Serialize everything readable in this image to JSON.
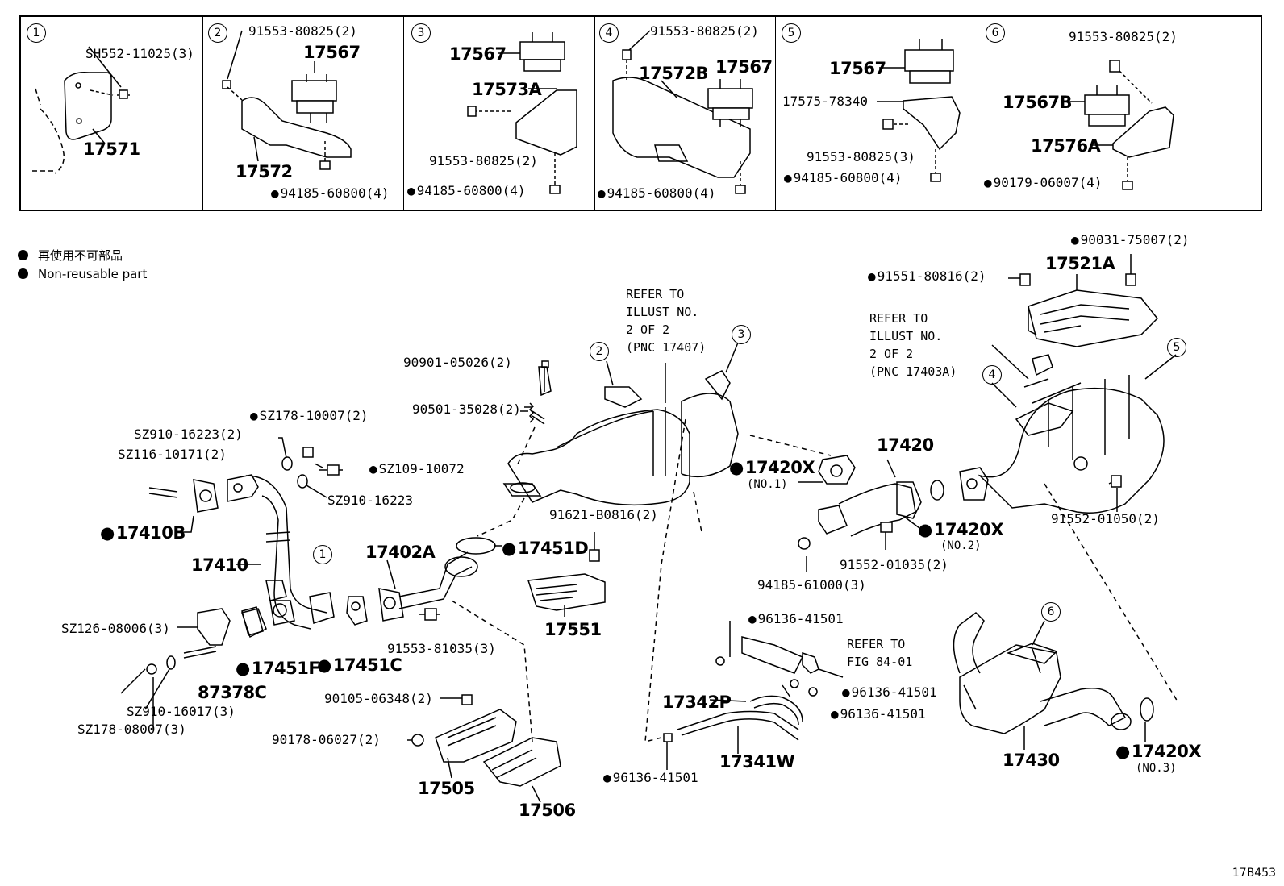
{
  "legend": {
    "jp": "再使用不可部品",
    "en": "Non-reusable part"
  },
  "drawing_code": "17B453",
  "insets": [
    {
      "num": "1",
      "labels": [
        "SH552-11025(3)",
        "17571"
      ]
    },
    {
      "num": "2",
      "labels": [
        "91553-80825(2)",
        "17567",
        "17572",
        "94185-60800(4)"
      ]
    },
    {
      "num": "3",
      "labels": [
        "17567",
        "17573A",
        "91553-80825(2)",
        "94185-60800(4)"
      ]
    },
    {
      "num": "4",
      "labels": [
        "91553-80825(2)",
        "17572B",
        "17567",
        "94185-60800(4)"
      ]
    },
    {
      "num": "5",
      "labels": [
        "17567",
        "17575-78340",
        "91553-80825(3)",
        "94185-60800(4)"
      ]
    },
    {
      "num": "6",
      "labels": [
        "91553-80825(2)",
        "17567B",
        "17576A",
        "90179-06007(4)"
      ]
    }
  ],
  "refer_notes": {
    "cat1": "REFER TO\nILLUST NO.\n2 OF 2\n(PNC 17407)",
    "cat2": "REFER TO\nILLUST NO.\n2 OF 2\n(PNC 17403A)",
    "fig": "REFER TO\nFIG 84-01"
  },
  "main_labels": {
    "p90031": "90031-75007(2)",
    "p17521A": "17521A",
    "p91551": "91551-80816(2)",
    "p90901": "90901-05026(2)",
    "p90501": "90501-35028(2)",
    "pSZ178a": "SZ178-10007(2)",
    "pSZ910a": "SZ910-16223(2)",
    "pSZ116": "SZ116-10171(2)",
    "pSZ109": "SZ109-10072",
    "pSZ910b": "SZ910-16223",
    "p17410B": "17410B",
    "p17410": "17410",
    "p17402A": "17402A",
    "p17451D": "17451D",
    "p91621": "91621-B0816(2)",
    "p17551": "17551",
    "p17420Xn1": "17420X",
    "n1": "(NO.1)",
    "p17420": "17420",
    "p17420Xn2": "17420X",
    "n2": "(NO.2)",
    "p91552a": "91552-01035(2)",
    "p94185": "94185-61000(3)",
    "p91552b": "91552-01050(2)",
    "pSZ126": "SZ126-08006(3)",
    "p87378C": "87378C",
    "p17451F": "17451F",
    "p17451C": "17451C",
    "pSZ910c": "SZ910-16017(3)",
    "pSZ178b": "SZ178-08007(3)",
    "p91553": "91553-81035(3)",
    "p90105": "90105-06348(2)",
    "p90178": "90178-06027(2)",
    "p17505": "17505",
    "p17506": "17506",
    "p96136a": "96136-41501",
    "p96136b": "96136-41501",
    "p96136c": "96136-41501",
    "p96136d": "96136-41501",
    "p17342P": "17342P",
    "p17341W": "17341W",
    "p17430": "17430",
    "p17420Xn3": "17420X",
    "n3": "(NO.3)"
  },
  "callouts": [
    "1",
    "2",
    "3",
    "4",
    "5",
    "6"
  ]
}
